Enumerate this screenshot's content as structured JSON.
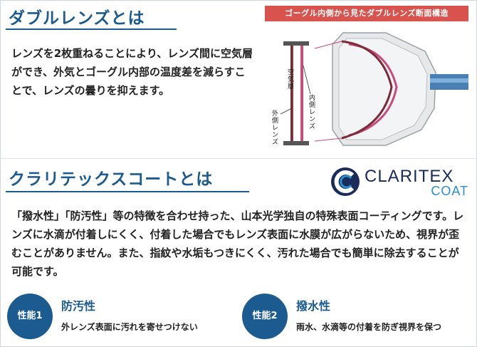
{
  "double_lens": {
    "heading": "ダブルレンズとは",
    "text": "レンズを2枚重ねることにより、レンズ間に空気層ができ、外気とゴーグル内部の温度差を減らすことで、レンズの曇りを抑えます。",
    "diagram": {
      "title": "ゴーグル内側から見たダブルレンズ断面構造",
      "label_air": "空気層",
      "label_inner": "内側レンズ",
      "label_outer": "外側レンズ"
    }
  },
  "claritex": {
    "heading": "クラリテックスコートとは",
    "logo_top": "CLARITEX",
    "logo_bottom": "COAT",
    "text": "「撥水性」「防汚性」等の特徴を合わせ持った、山本光学独自の特殊表面コーティングです。レンズに水滴が付着しにくく、付着した場合でもレンズ表面に水膜が広がらないため、視界が歪むことがありません。また、指紋や水垢もつきにくく、汚れた場合でも簡単に除去することが可能です。"
  },
  "features": [
    {
      "badge": "性能1",
      "title": "防汚性",
      "desc": "外レンズ表面に汚れを寄せつけない"
    },
    {
      "badge": "性能2",
      "title": "撥水性",
      "desc": "雨水、水滴等の付着を防ぎ視界を保つ"
    }
  ],
  "colors": {
    "accent": "#1c5b8f",
    "diagram_title_bg": "#d8534d",
    "logo_dark": "#1a2a5a",
    "logo_light": "#2a8fd0"
  }
}
